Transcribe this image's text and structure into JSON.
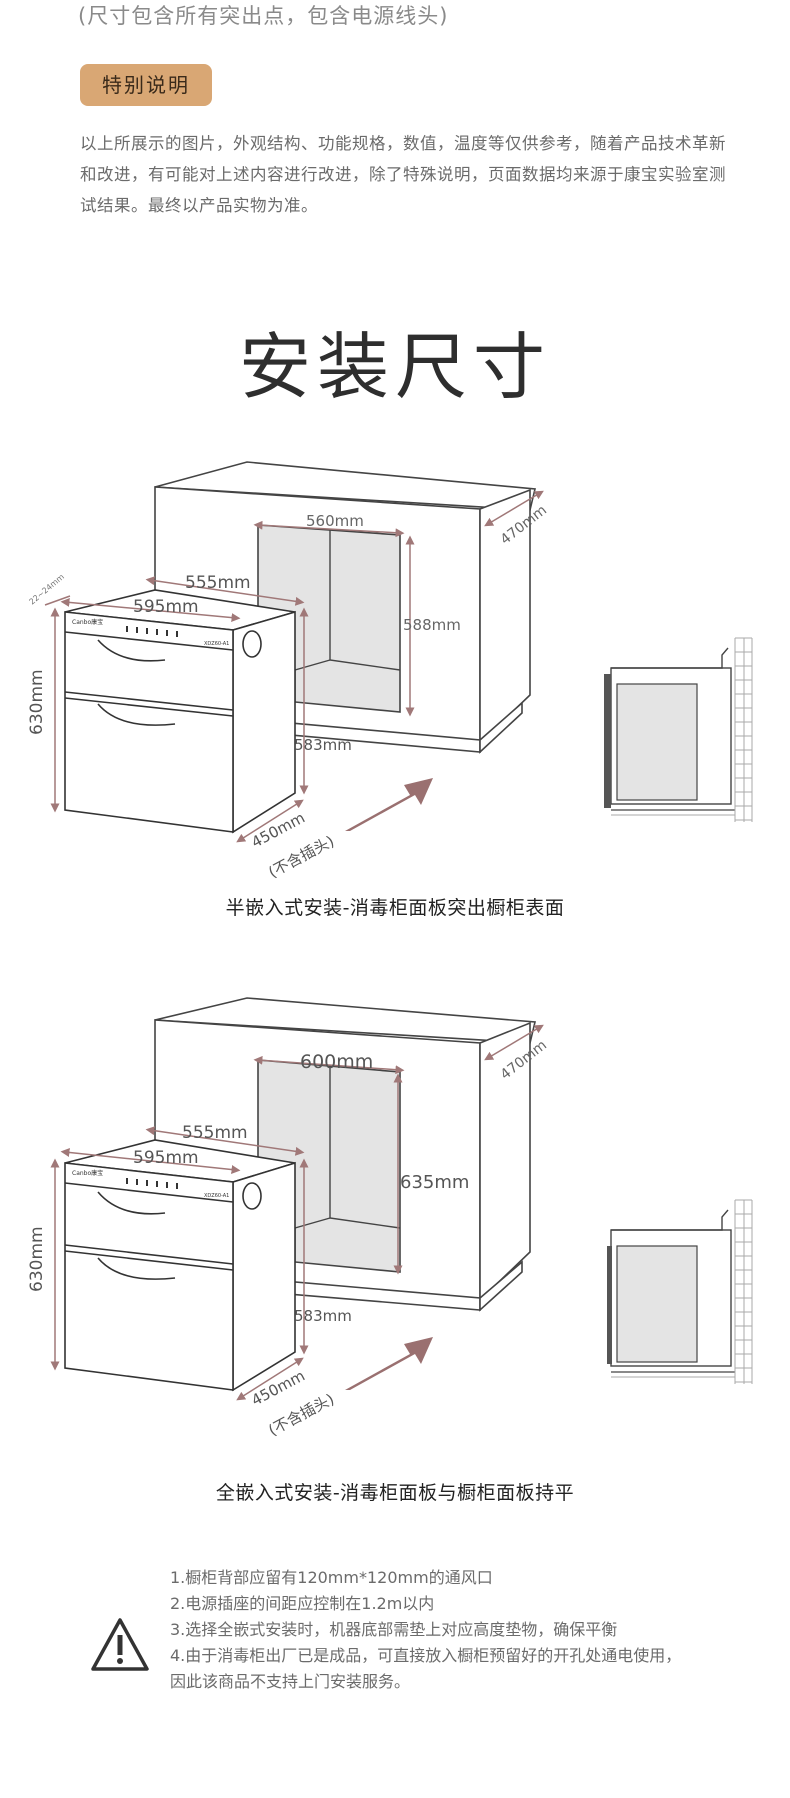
{
  "top_note": "(尺寸包含所有突出点，包含电源线头)",
  "special": {
    "label": "特别说明",
    "text": "以上所展示的图片，外观结构、功能规格，数值，温度等仅供参考，随着产品技术革新和改进，有可能对上述内容进行改进，除了特殊说明，页面数据均来源于康宝实验室测试结果。最终以产品实物为准。"
  },
  "section_title": "安装尺寸",
  "diagram1": {
    "caption": "半嵌入式安装-消毒柜面板突出橱柜表面",
    "cab_width": "560mm",
    "cab_height": "588mm",
    "cab_depth": "470mm",
    "unit_width": "595mm",
    "unit_inner_width": "555mm",
    "unit_height": "630mm",
    "unit_body_height": "583mm",
    "unit_depth": "450mm",
    "plug_note": "(不含插头)",
    "panel_thickness": "22~24mm",
    "brand": "Canbo康宝",
    "model": "XDZ60-A1"
  },
  "diagram2": {
    "caption": "全嵌入式安装-消毒柜面板与橱柜面板持平",
    "cab_width": "600mm",
    "cab_height": "635mm",
    "cab_depth": "470mm",
    "unit_width": "595mm",
    "unit_inner_width": "555mm",
    "unit_height": "630mm",
    "unit_body_height": "583mm",
    "unit_depth": "450mm",
    "plug_note": "(不含插头)",
    "brand": "Canbo康宝",
    "model": "XDZ60-A1"
  },
  "notes": [
    "1.橱柜背部应留有120mm*120mm的通风口",
    "2.电源插座的间距应控制在1.2m以内",
    "3.选择全嵌式安装时，机器底部需垫上对应高度垫物，确保平衡",
    "4.由于消毒柜出厂已是成品，可直接放入橱柜预留好的开孔处通电使用，",
    "因此该商品不支持上门安装服务。"
  ],
  "colors": {
    "badge": "#d9a774",
    "dimension": "#a07878",
    "arrow": "#9a7070",
    "recess": "#e4e4e4"
  }
}
